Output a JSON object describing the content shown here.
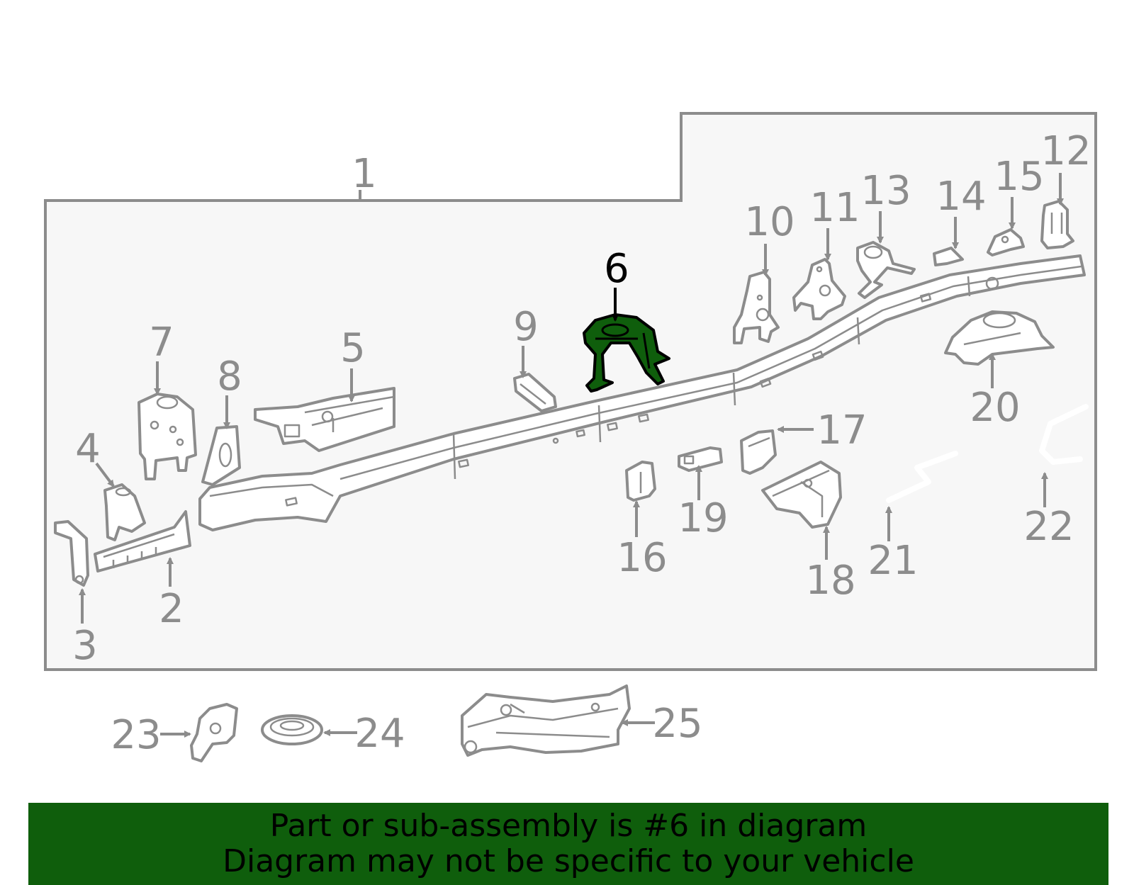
{
  "highlight_part": "6",
  "colors": {
    "highlight_fill": "#0f5e0c",
    "banner_bg": "#0f5e0c",
    "line_gray": "#8c8c8c",
    "panel_bg": "#f7f7f7"
  },
  "callouts": {
    "c1": "1",
    "c2": "2",
    "c3": "3",
    "c4": "4",
    "c5": "5",
    "c6": "6",
    "c7": "7",
    "c8": "8",
    "c9": "9",
    "c10": "10",
    "c11": "11",
    "c12": "12",
    "c13": "13",
    "c14": "14",
    "c15": "15",
    "c16": "16",
    "c17": "17",
    "c18": "18",
    "c19": "19",
    "c20": "20",
    "c21": "21",
    "c22": "22",
    "c23": "23",
    "c24": "24",
    "c25": "25"
  },
  "banner": {
    "line1": "Part or sub-assembly is #6 in diagram",
    "line2": "Diagram may not be specific to your vehicle"
  }
}
